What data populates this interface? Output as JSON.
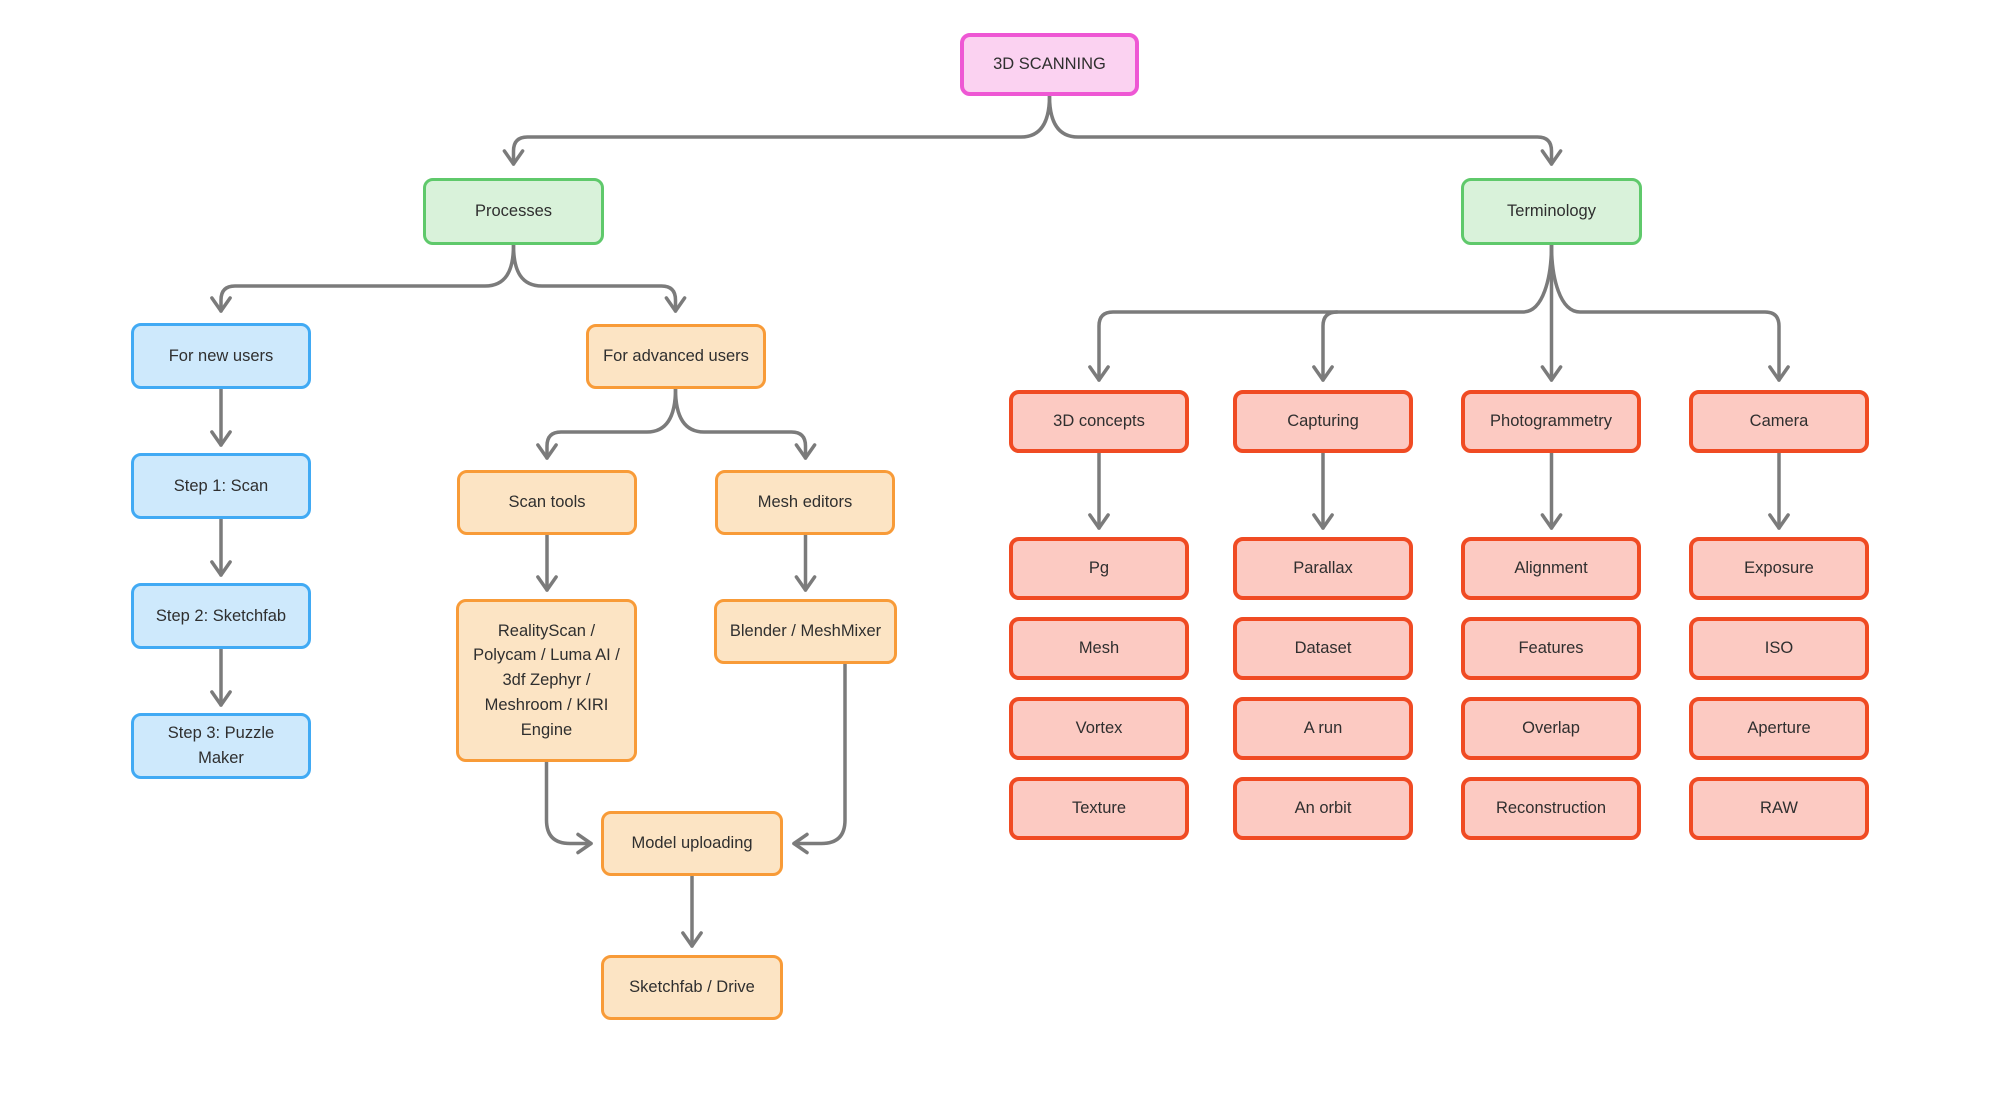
{
  "root": {
    "label": "3D SCANNING"
  },
  "processes": {
    "label": "Processes",
    "new_users": {
      "label": "For new users",
      "steps": [
        "Step 1: Scan",
        "Step 2: Sketchfab",
        "Step 3: Puzzle Maker"
      ]
    },
    "advanced_users": {
      "label": "For advanced users",
      "scan_tools": {
        "label": "Scan tools",
        "tools": "RealityScan / Polycam / Luma AI / 3df Zephyr / Meshroom / KIRI Engine"
      },
      "mesh_editors": {
        "label": "Mesh editors",
        "tools": "Blender / MeshMixer"
      },
      "model_uploading": {
        "label": "Model uploading",
        "destinations": "Sketchfab / Drive"
      }
    }
  },
  "terminology": {
    "label": "Terminology",
    "columns": [
      {
        "header": "3D concepts",
        "terms": [
          "Pg",
          "Mesh",
          "Vortex",
          "Texture"
        ]
      },
      {
        "header": "Capturing",
        "terms": [
          "Parallax",
          "Dataset",
          "A run",
          "An orbit"
        ]
      },
      {
        "header": "Photogrammetry",
        "terms": [
          "Alignment",
          "Features",
          "Overlap",
          "Reconstruction"
        ]
      },
      {
        "header": "Camera",
        "terms": [
          "Exposure",
          "ISO",
          "Aperture",
          "RAW"
        ]
      }
    ]
  },
  "colors": {
    "root_fill": "#fbd2f1",
    "root_border": "#ee57d4",
    "category_fill": "#d9f2da",
    "category_border": "#5fc96b",
    "new_users_fill": "#cee9fc",
    "new_users_border": "#41aaf4",
    "advanced_fill": "#fce4c4",
    "advanced_border": "#f89b38",
    "terminology_item_fill": "#fccac2",
    "terminology_item_border": "#f04b23",
    "connector": "#7b7b7b",
    "text": "#2f2f2f",
    "background": "#ffffff"
  }
}
